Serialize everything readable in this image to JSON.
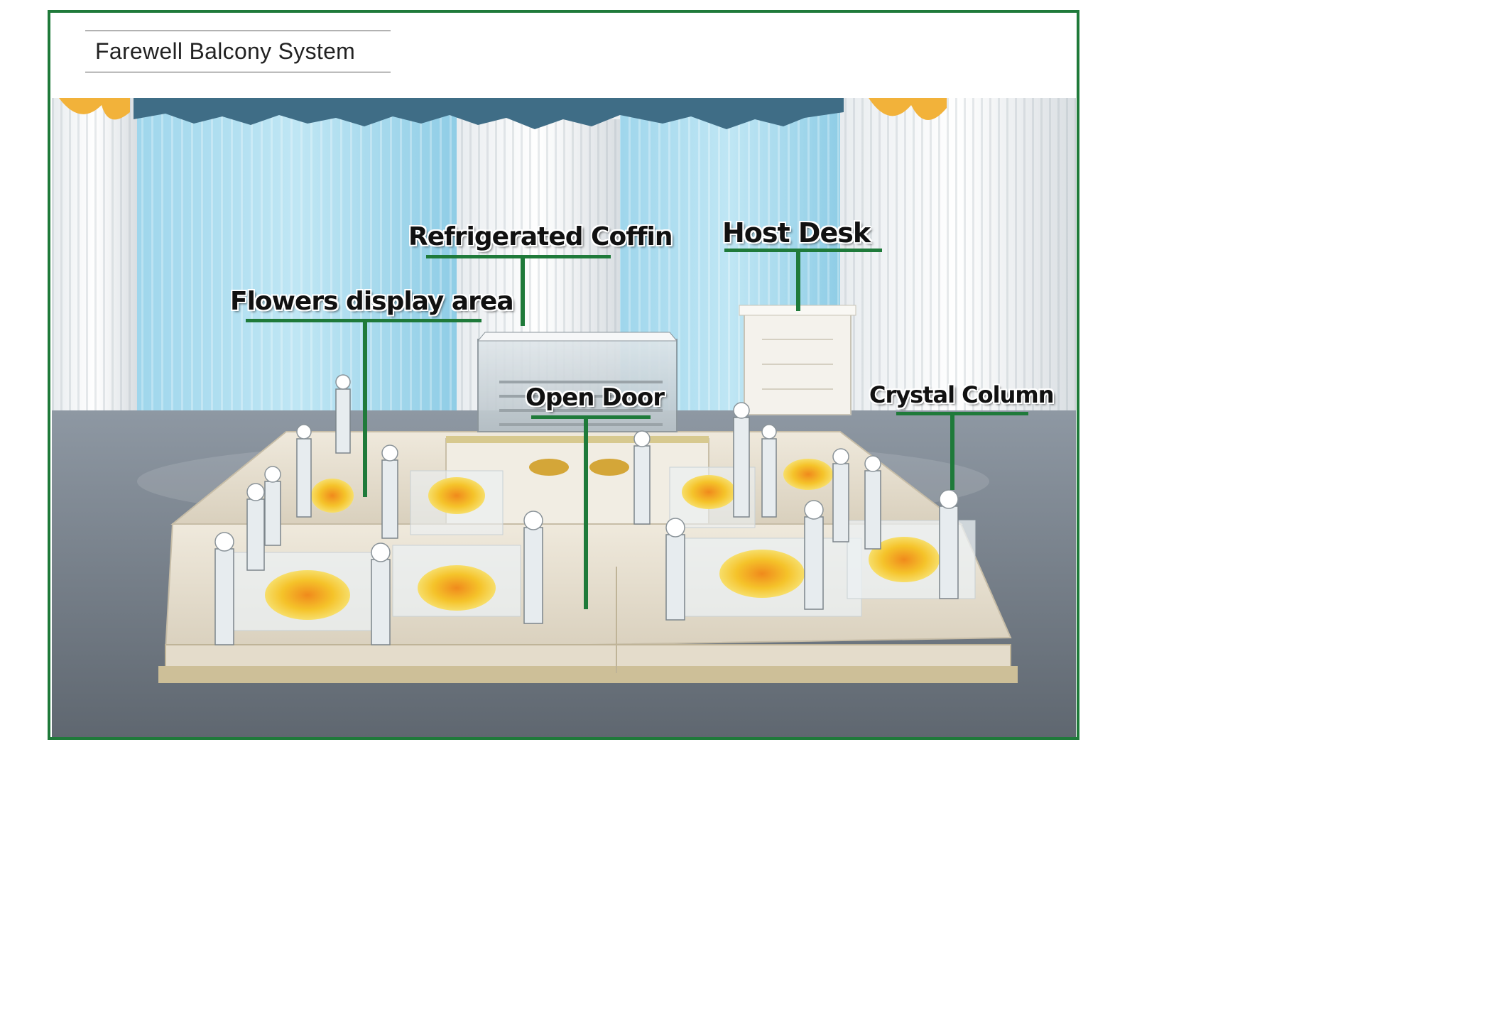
{
  "title": "Farewell Balcony System",
  "colors": {
    "frame": "#1f7a3a",
    "leader_line": "#1f7a3a"
  },
  "labels": {
    "refrigerated_coffin": "Refrigerated Coffin",
    "host_desk": "Host Desk",
    "flowers_display_area": "Flowers display area",
    "open_door": "Open Door",
    "crystal_column": "Crystal Column"
  }
}
